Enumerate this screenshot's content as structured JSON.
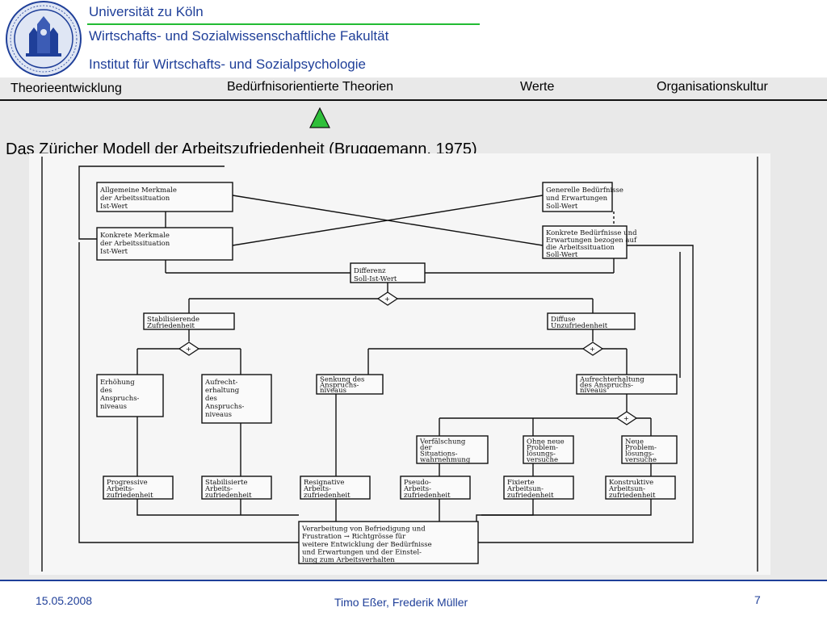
{
  "header": {
    "university": "Universität zu Köln",
    "faculty": "Wirtschafts- und Sozialwissenschaftliche Fakultät",
    "institute": "Institut für Wirtschafts- und Sozialpsychologie",
    "logo_icon": "university-seal-icon",
    "accent_color": "#1f3f99",
    "rule_color": "#22bb33"
  },
  "nav": {
    "items": [
      "Theorieentwicklung",
      "Bedürfnisorientierte Theorien",
      "Werte",
      "Organisationskultur"
    ],
    "marker_icon": "green-triangle-icon",
    "marker_color": "#22bb33"
  },
  "slide": {
    "title": "Das Züricher Modell der Arbeitszufriedenheit (Bruggemann, 1975)"
  },
  "diagram": {
    "boxes": {
      "b1": [
        "Allgemeine Merkmale",
        "der Arbeitssituation",
        "Ist-Wert"
      ],
      "b2": [
        "Generelle Bedürfnisse",
        "und Erwartungen",
        "Soll-Wert"
      ],
      "b3": [
        "Konkrete Merkmale",
        "der Arbeitssituation",
        "Ist-Wert"
      ],
      "b4": [
        "Konkrete Bedürfnisse und",
        "Erwartungen bezogen auf",
        "die Arbeitssituation",
        "Soll-Wert"
      ],
      "b5": [
        "Differenz",
        "Soll-Ist-Wert"
      ],
      "b6": [
        "Stabilisierende",
        "Zufriedenheit"
      ],
      "b7": [
        "Diffuse",
        "Unzufriedenheit"
      ],
      "b8": [
        "Erhöhung",
        "des",
        "Anspruchs-",
        "niveaus"
      ],
      "b9": [
        "Aufrecht-",
        "erhaltung",
        "des",
        "Anspruchs-",
        "niveaus"
      ],
      "b10": [
        "Senkung des",
        "Anspruchs-",
        "niveaus"
      ],
      "b11": [
        "Aufrechterhaltung",
        "des Anspruchs-",
        "niveaus"
      ],
      "b12": [
        "Verfälschung",
        "der",
        "Situations-",
        "wahrnehmung"
      ],
      "b13": [
        "Ohne neue",
        "Problem-",
        "lösungs-",
        "versuche"
      ],
      "b14": [
        "Neue",
        "Problem-",
        "lösungs-",
        "versuche"
      ],
      "b15": [
        "Progressive",
        "Arbeits-",
        "zufriedenheit"
      ],
      "b16": [
        "Stabilisierte",
        "Arbeits-",
        "zufriedenheit"
      ],
      "b17": [
        "Resignative",
        "Arbeits-",
        "zufriedenheit"
      ],
      "b18": [
        "Pseudo-",
        "Arbeits-",
        "zufriedenheit"
      ],
      "b19": [
        "Fixierte",
        "Arbeitsun-",
        "zufriedenheit"
      ],
      "b20": [
        "Konstruktive",
        "Arbeitsun-",
        "zufriedenheit"
      ],
      "b21": [
        "Verarbeitung von Befriedigung und",
        "Frustration → Richtgrösse für",
        "weitere Entwicklung der Bedürfnisse",
        "und Erwartungen und der Einstel-",
        "lung zum Arbeitsverhalten"
      ]
    },
    "decision_symbol": "+"
  },
  "footer": {
    "date": "15.05.2008",
    "authors": "Timo Eßer, Frederik Müller",
    "page": "7"
  }
}
